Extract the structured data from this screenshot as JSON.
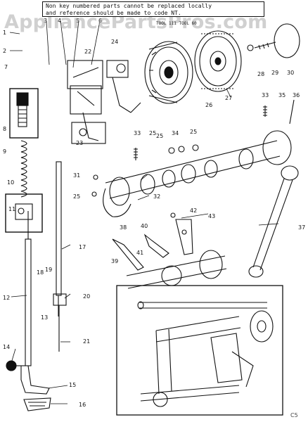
{
  "notice": {
    "line1": "Non key numbered parts cannot be replaced locally",
    "line2": "and reference should be made to code NT."
  },
  "watermark": "AppliancePartsPros.com",
  "tool_code": "TOOL 111 TOOL 60",
  "page_code": "C5",
  "callouts": [
    "1",
    "2",
    "3",
    "4",
    "5",
    "6",
    "7",
    "8",
    "9",
    "10",
    "11",
    "12",
    "13",
    "14",
    "15",
    "16",
    "17",
    "18",
    "19",
    "20",
    "21",
    "22",
    "23",
    "24",
    "25",
    "25",
    "25",
    "25",
    "26",
    "27",
    "28",
    "29",
    "30",
    "31",
    "32",
    "33",
    "33",
    "34",
    "35",
    "36",
    "37",
    "38",
    "39",
    "40",
    "41",
    "42",
    "43"
  ],
  "colors": {
    "ink": "#111111",
    "watermark": "#aaaaaa",
    "background": "#ffffff"
  }
}
